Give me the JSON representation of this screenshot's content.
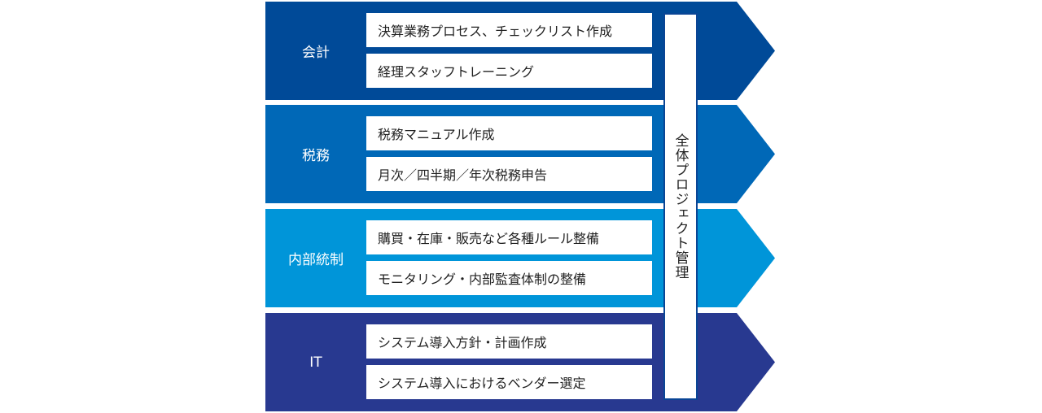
{
  "rows": [
    {
      "label": "会計",
      "color": "#004a98",
      "items": [
        "決算業務プロセス、チェックリスト作成",
        "経理スタッフトレーニング"
      ]
    },
    {
      "label": "税務",
      "color": "#0068b7",
      "items": [
        "税務マニュアル作成",
        "月次／四半期／年次税務申告"
      ]
    },
    {
      "label": "内部統制",
      "color": "#0095d9",
      "items": [
        "購買・在庫・販売など各種ルール整備",
        "モニタリング・内部監査体制の整備"
      ]
    },
    {
      "label": "IT",
      "color": "#283990",
      "items": [
        "システム導入方針・計画作成",
        "システム導入におけるベンダー選定"
      ]
    }
  ],
  "overall": "全体プロジェクト管理"
}
